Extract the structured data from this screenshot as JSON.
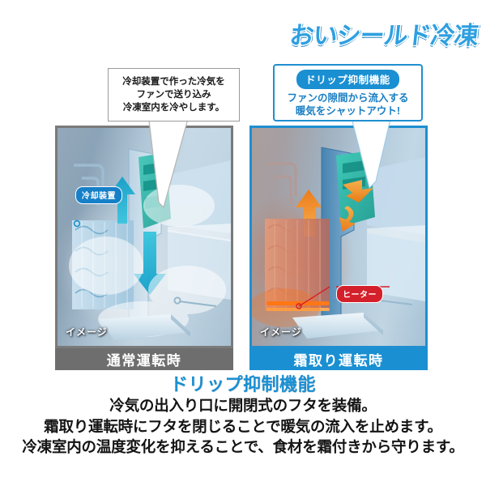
{
  "logo": {
    "text": "おいシールド冷凍",
    "color": "#2e9fe0"
  },
  "callouts": {
    "left": {
      "lines": [
        "冷却装置で作った冷気を",
        "ファンで送り込み",
        "冷凍室内を冷やします。"
      ]
    },
    "right": {
      "pill": "ドリップ抑制機能",
      "lines": [
        "ファンの隙間から流入する",
        "暖気をシャットアウト!"
      ],
      "accent": "#1a8fd2"
    }
  },
  "panels": {
    "left": {
      "badge": "冷却装置",
      "badge_color": "#1680c8",
      "watermark": "イメージ",
      "caption": "通常運転時",
      "caption_color": "#6e6e6e",
      "border_color": "#7a7a7a"
    },
    "right": {
      "badge": "ヒーター",
      "badge_color": "#d3202a",
      "watermark": "イメージ",
      "caption": "霜取り運転時",
      "caption_color": "#1a8fd2",
      "border_color": "#1f8fd0"
    }
  },
  "bottom": {
    "heading": "ドリップ抑制機能",
    "heading_color": "#1a8fd2",
    "lines": [
      "冷気の出入り口に開閉式のフタを装備。",
      "霜取り運転時にフタを閉じることで暖気の流入を止めます。",
      "冷凍室内の温度変化を抑えることで、食材を霜付きから守ります。"
    ]
  }
}
